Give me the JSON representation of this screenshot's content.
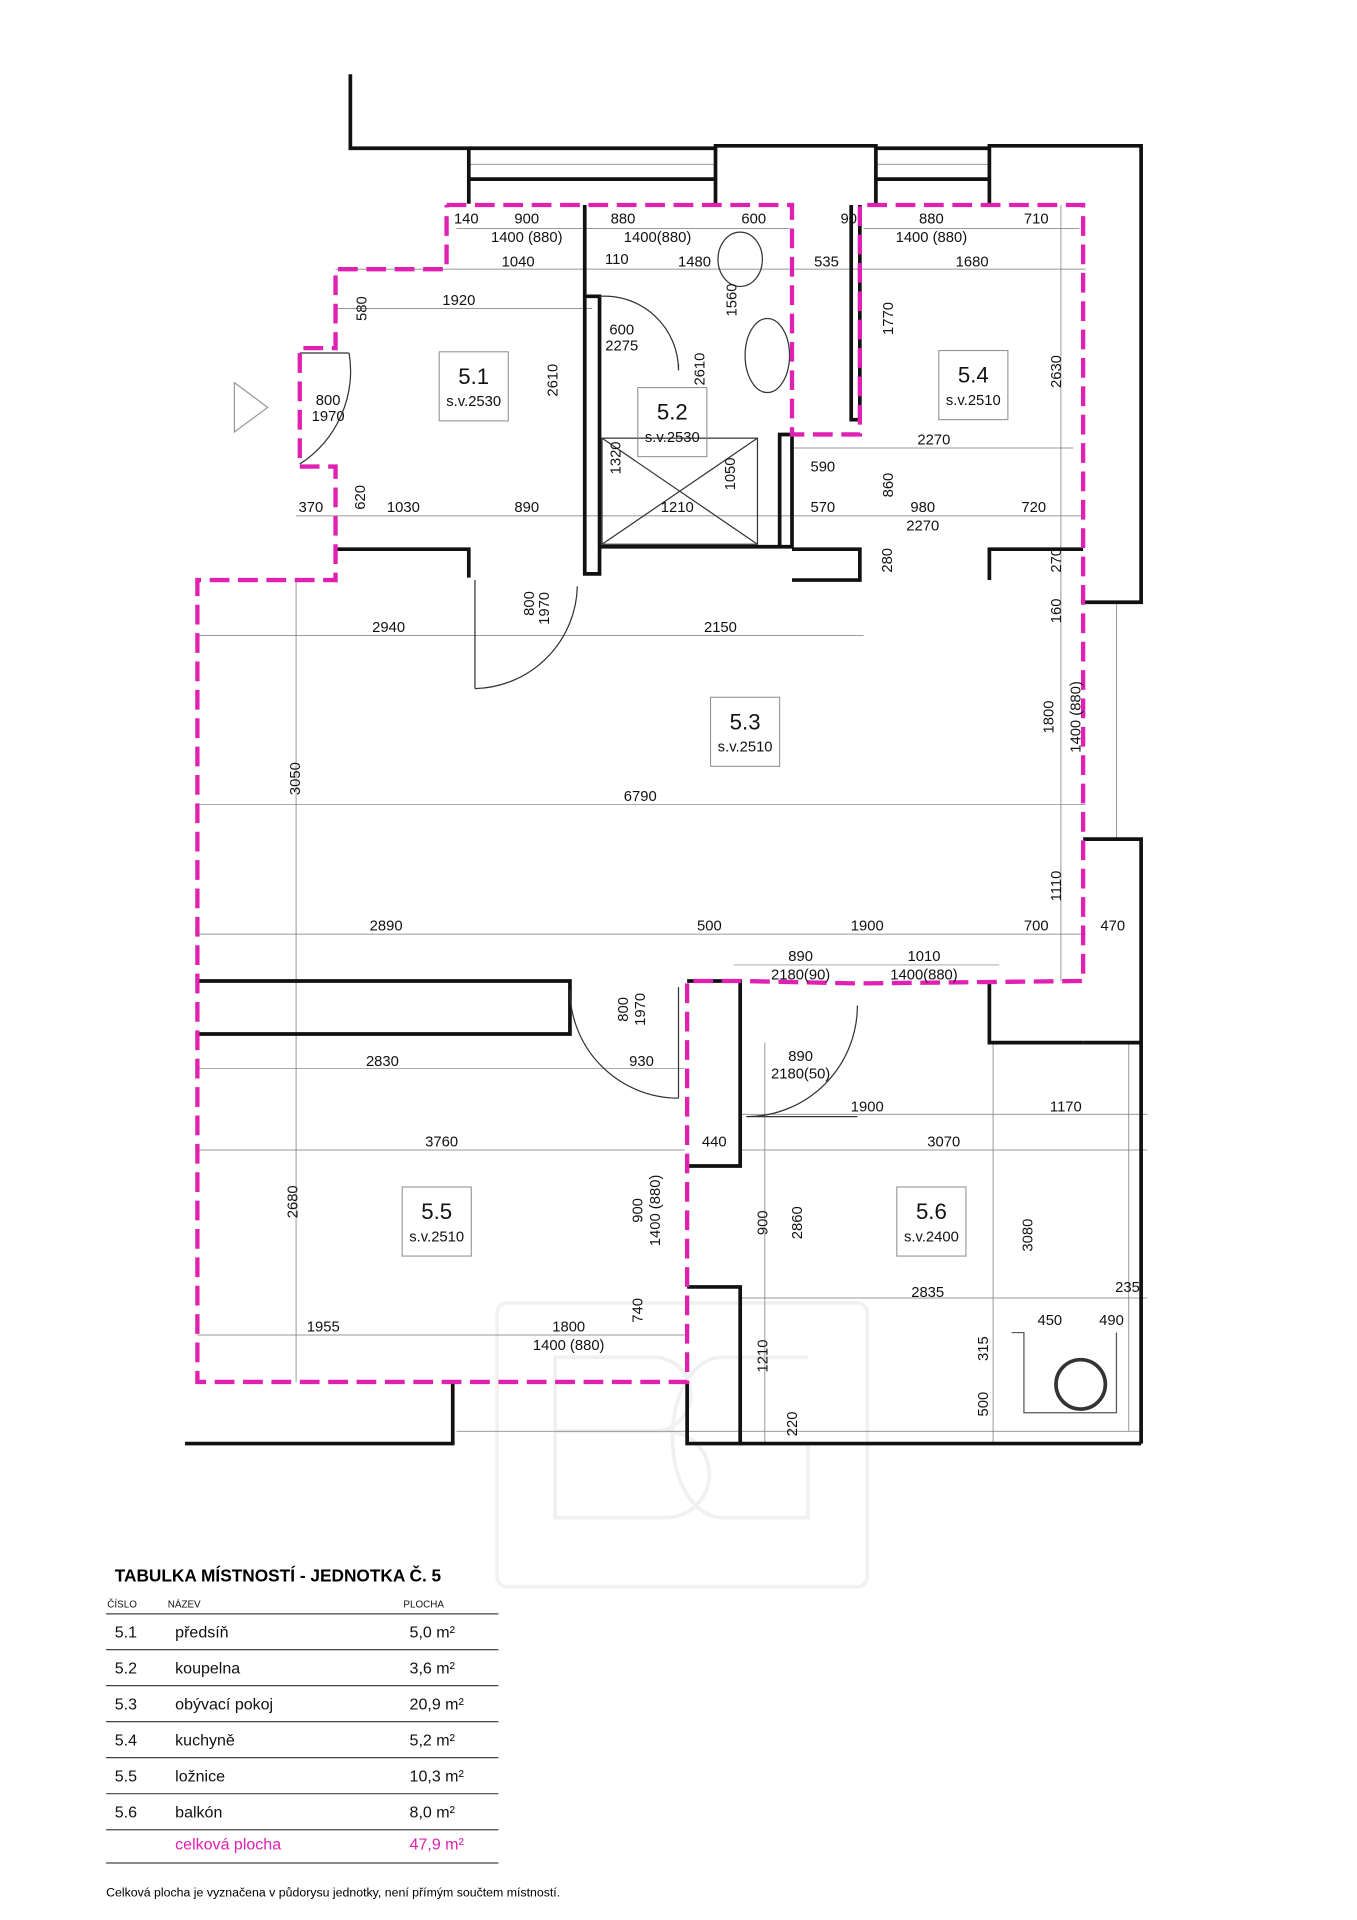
{
  "plan": {
    "rooms": [
      {
        "number": "5.1",
        "height": "s.v.2530"
      },
      {
        "number": "5.2",
        "height": "s.v.2530"
      },
      {
        "number": "5.3",
        "height": "s.v.2510"
      },
      {
        "number": "5.4",
        "height": "s.v.2510"
      },
      {
        "number": "5.5",
        "height": "s.v.2510"
      },
      {
        "number": "5.6",
        "height": "s.v.2400"
      }
    ],
    "dims": [
      "140",
      "900",
      "1400 (880)",
      "880",
      "1400(880)",
      "600",
      "90",
      "880",
      "1400 (880)",
      "710",
      "1040",
      "110",
      "1480",
      "535",
      "1680",
      "1920",
      "580",
      "1560",
      "1770",
      "2630",
      "600",
      "2275",
      "2610",
      "2610",
      "800",
      "1970",
      "1320",
      "1050",
      "2270",
      "590",
      "860",
      "370",
      "620",
      "1030",
      "890",
      "1210",
      "570",
      "980",
      "720",
      "2270",
      "280",
      "270",
      "160",
      "800",
      "1970",
      "2940",
      "2150",
      "1800",
      "1400 (880)",
      "3050",
      "6790",
      "1110",
      "2890",
      "500",
      "1900",
      "700",
      "470",
      "890",
      "2180(90)",
      "1010",
      "1400(880)",
      "800",
      "1970",
      "2830",
      "930",
      "890",
      "2180(50)",
      "1900",
      "1170",
      "3760",
      "440",
      "3070",
      "2680",
      "900",
      "1400 (880)",
      "900",
      "2860",
      "3080",
      "2835",
      "235",
      "740",
      "1955",
      "1800",
      "1400 (880)",
      "450",
      "490",
      "1210",
      "315",
      "500",
      "220"
    ],
    "outline_color": "#e020b0"
  },
  "table": {
    "title": "TABULKA MÍSTNOSTÍ - JEDNOTKA Č. 5",
    "headers": {
      "number": "ČÍSLO",
      "name": "NÁZEV",
      "area": "PLOCHA"
    },
    "rows": [
      {
        "number": "5.1",
        "name": "předsíň",
        "area": "5,0 m²"
      },
      {
        "number": "5.2",
        "name": "koupelna",
        "area": "3,6 m²"
      },
      {
        "number": "5.3",
        "name": "obývací pokoj",
        "area": "20,9 m²"
      },
      {
        "number": "5.4",
        "name": "kuchyně",
        "area": "5,2 m²"
      },
      {
        "number": "5.5",
        "name": "ložnice",
        "area": "10,3 m²"
      },
      {
        "number": "5.6",
        "name": "balkón",
        "area": "8,0 m²"
      }
    ],
    "total": {
      "label": "celková plocha",
      "area": "47,9 m²"
    },
    "footnote": "Celková plocha je vyznačena v půdorysu jednotky, není přímým součtem místností."
  }
}
